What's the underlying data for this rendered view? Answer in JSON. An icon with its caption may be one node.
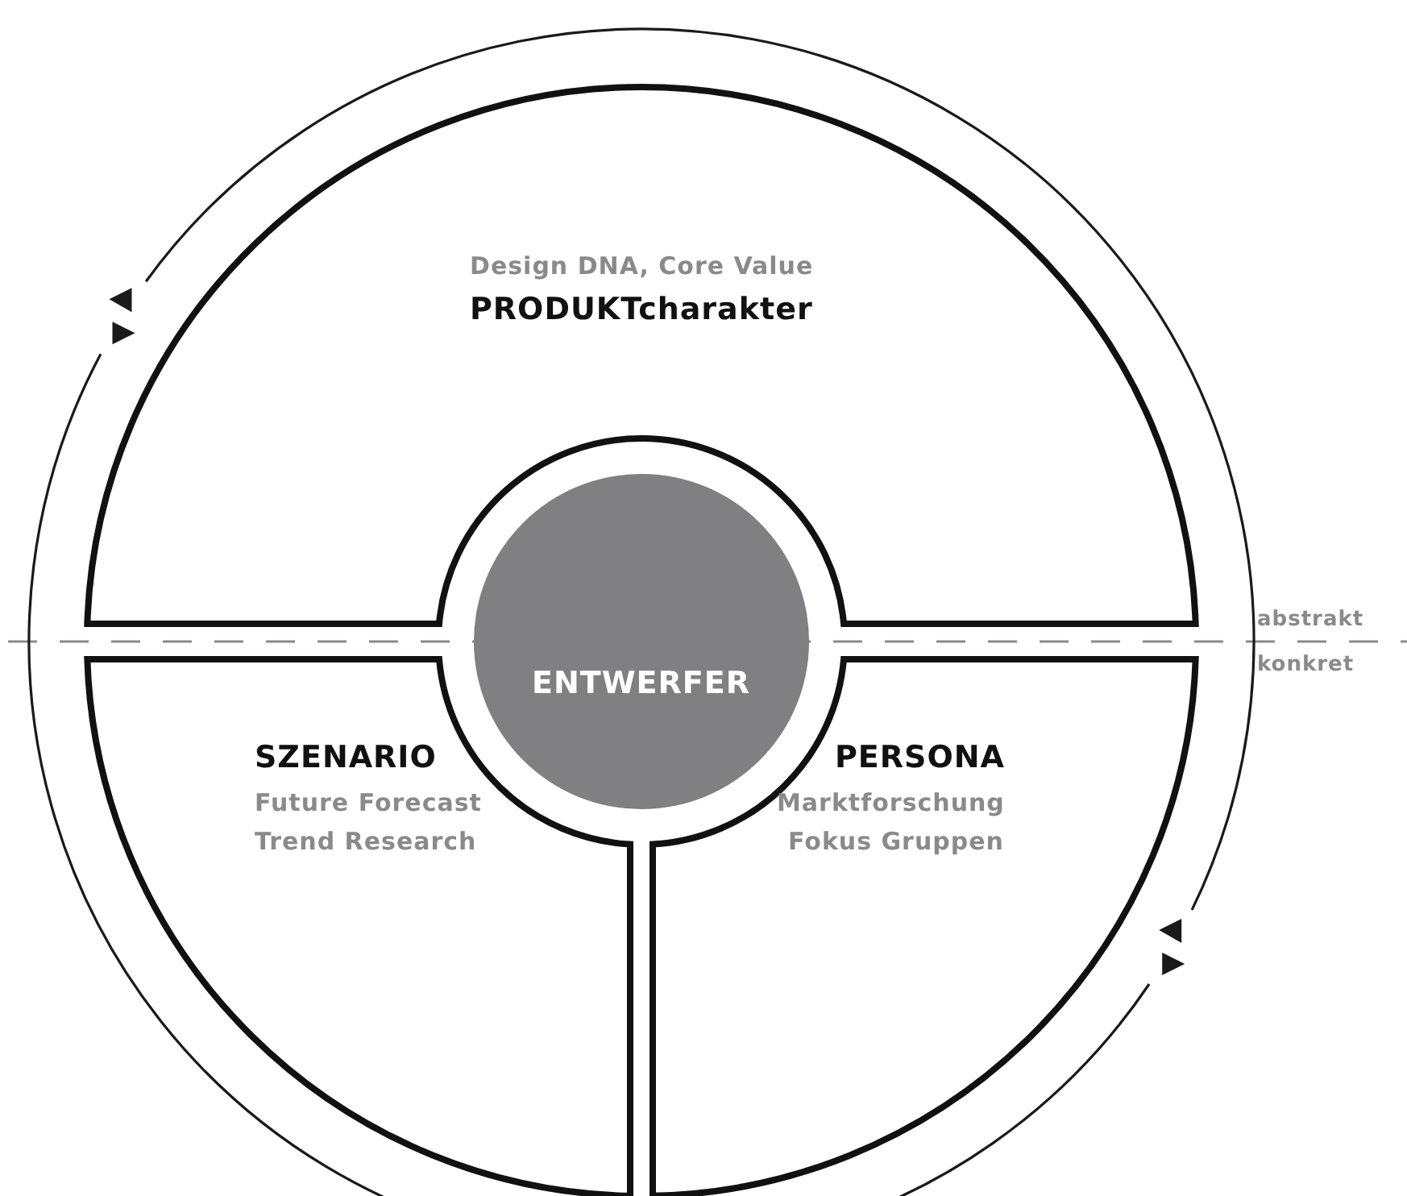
{
  "diagram": {
    "nodes": [
      {
        "text": [
          "Design DNA, Core Value",
          "PRODUKTcharakter"
        ]
      },
      {
        "text": [
          "ENTWERFER"
        ]
      },
      {
        "text": [
          "SZENARIO",
          "Future Forecast",
          "Trend Research"
        ]
      },
      {
        "text": [
          "PERSONA",
          "Marktforschung",
          "Fokus Gruppen"
        ]
      }
    ],
    "edges": [],
    "labels": [
      "abstrakt",
      "konkret"
    ]
  }
}
